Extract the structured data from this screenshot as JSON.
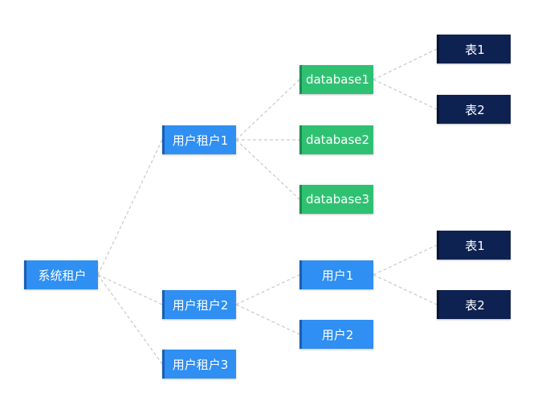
{
  "diagram": {
    "edge_color": "#c9c9c9",
    "nodes": {
      "root": "系统租户",
      "tenant1": "用户租户1",
      "tenant2": "用户租户2",
      "tenant3": "用户租户3",
      "db1": "database1",
      "db2": "database2",
      "db3": "database3",
      "user1": "用户1",
      "user2": "用户2",
      "db1_table1": "表1",
      "db1_table2": "表2",
      "user1_table1": "表1",
      "user1_table2": "表2"
    },
    "colors": {
      "tenant": "#2f8ff2",
      "database": "#2fc172",
      "table": "#0e2252"
    },
    "edges": [
      [
        "root",
        "tenant1"
      ],
      [
        "root",
        "tenant2"
      ],
      [
        "root",
        "tenant3"
      ],
      [
        "tenant1",
        "db1"
      ],
      [
        "tenant1",
        "db2"
      ],
      [
        "tenant1",
        "db3"
      ],
      [
        "db1",
        "db1_table1"
      ],
      [
        "db1",
        "db1_table2"
      ],
      [
        "tenant2",
        "user1"
      ],
      [
        "tenant2",
        "user2"
      ],
      [
        "user1",
        "user1_table1"
      ],
      [
        "user1",
        "user1_table2"
      ]
    ]
  }
}
